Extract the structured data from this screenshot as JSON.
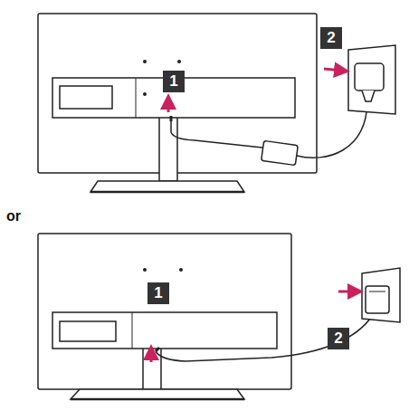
{
  "diagram": {
    "labels": [
      "1",
      "2",
      "or",
      "1",
      "2"
    ]
  }
}
